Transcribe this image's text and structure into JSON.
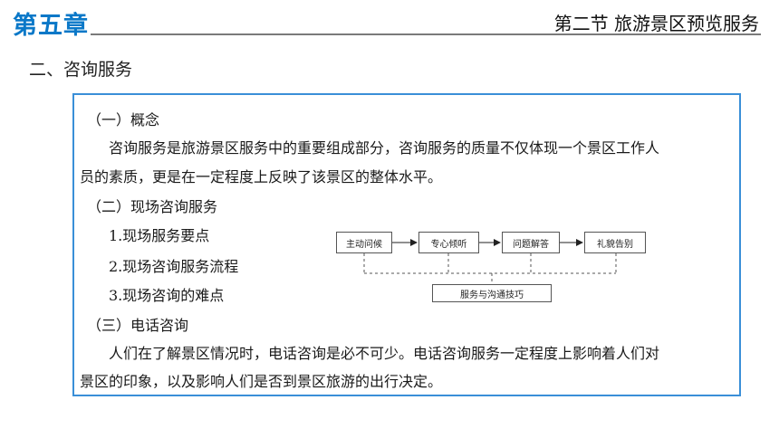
{
  "header": {
    "chapter": "第五章",
    "section": "第二节 旅游景区预览服务"
  },
  "subtitle": "二、咨询服务",
  "panel": {
    "concept_heading": "（一）概念",
    "concept_line1": "咨询服务是旅游景区服务中的重要组成部分，咨询服务的质量不仅体现一个景区工作人",
    "concept_line2": "员的素质，更是在一定程度上反映了该景区的整体水平。",
    "onsite_heading": "（二）现场咨询服务",
    "onsite_items": [
      "1.现场服务要点",
      "2.现场咨询服务流程",
      "3.现场咨询的难点"
    ],
    "phone_heading": "（三）电话咨询",
    "phone_line1": "人们在了解景区情况时，电话咨询是必不可少。电话咨询服务一定程度上影响着人们对",
    "phone_line2": "景区的印象，以及影响人们是否到景区旅游的出行决定。"
  },
  "flow": {
    "steps": [
      "主动问候",
      "专心倾听",
      "问题解答",
      "礼貌告别"
    ],
    "support": "服务与沟通技巧"
  }
}
